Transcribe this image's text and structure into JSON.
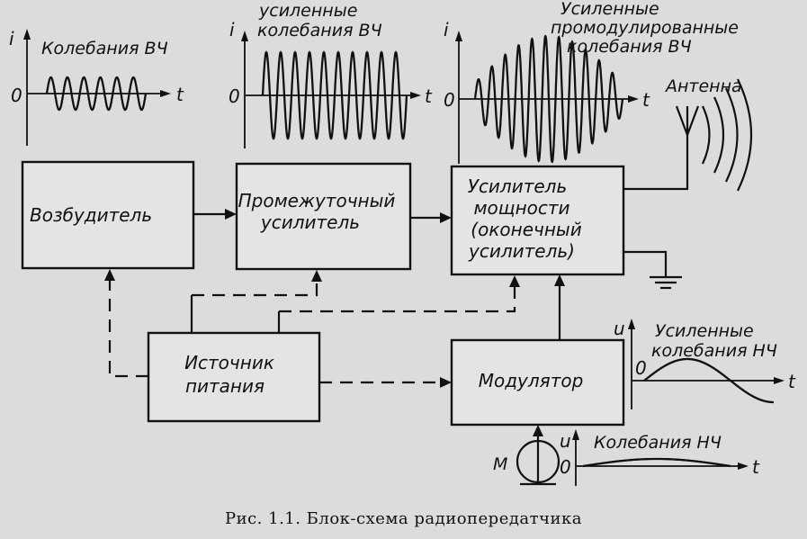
{
  "blocks": {
    "exciter": [
      "Возбудитель"
    ],
    "intermediate": [
      "Промежуточный",
      "усилитель"
    ],
    "power_amp": [
      "Усилитель",
      "мощности",
      "(оконечный",
      "усилитель)"
    ],
    "power_supply": [
      "Источник",
      "питания"
    ],
    "modulator": [
      "Модулятор"
    ],
    "microphone": [
      "М"
    ]
  },
  "labels": {
    "hf_oscillations": "Колебания ВЧ",
    "amplified_hf": [
      "усиленные",
      "колебания ВЧ"
    ],
    "amplified_modulated_hf": [
      "Усиленные",
      "промодулированные",
      "колебания ВЧ"
    ],
    "antenna": "Антенна",
    "amplified_lf": [
      "Усиленные",
      "колебания НЧ"
    ],
    "lf_oscillations": "Колебания НЧ"
  },
  "axes": {
    "current": "i",
    "voltage": "u",
    "time": "t",
    "zero": "0"
  },
  "caption": "Рис. 1.1. Блок-схема радиопередатчика"
}
